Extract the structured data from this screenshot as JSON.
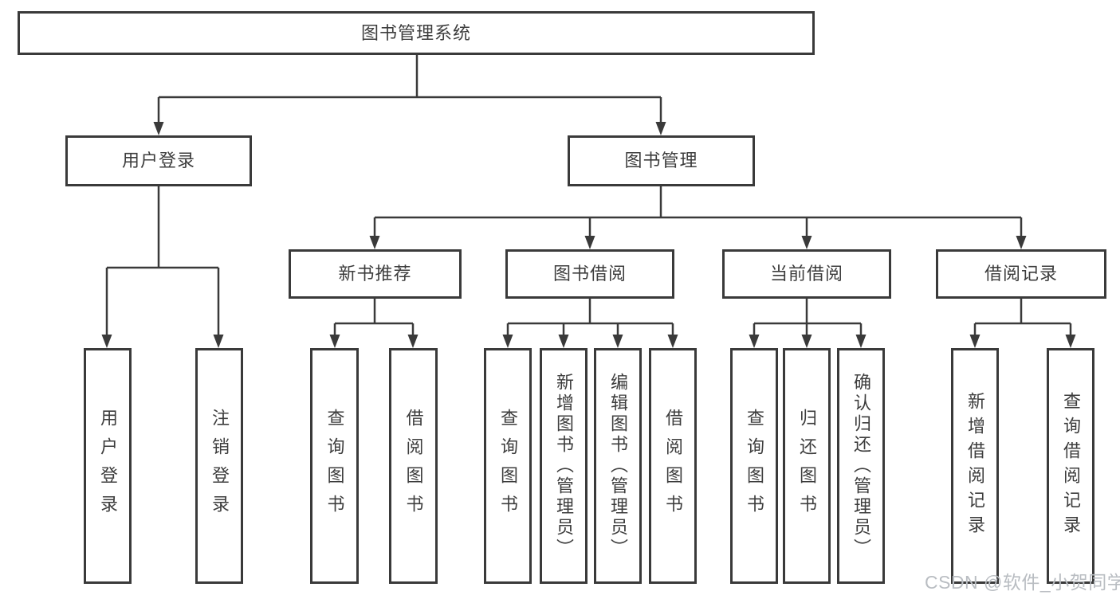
{
  "diagram": {
    "type": "hierarchy-tree",
    "levels": 4,
    "nodes": {
      "root": "图书管理系统",
      "user_login": "用户登录",
      "book_mgmt": "图书管理",
      "new_book_rec": "新书推荐",
      "book_borrow": "图书借阅",
      "current_borrow": "当前借阅",
      "borrow_record": "借阅记录",
      "leaf_user_login": "用户登录",
      "leaf_logout": "注销登录",
      "leaf_query_book_rec": "查询图书",
      "leaf_borrow_book_rec": "借阅图书",
      "leaf_query_book_borrow": "查询图书",
      "leaf_add_book_admin": "新增图书（管理员）",
      "leaf_edit_book_admin": "编辑图书（管理员）",
      "leaf_borrow_book_borrow": "借阅图书",
      "leaf_query_book_current": "查询图书",
      "leaf_return_book": "归还图书",
      "leaf_confirm_return_admin": "确认归还（管理员）",
      "leaf_add_borrow_record": "新增借阅记录",
      "leaf_query_borrow_record": "查询借阅记录"
    },
    "edges": [
      [
        "root",
        "user_login"
      ],
      [
        "root",
        "book_mgmt"
      ],
      [
        "user_login",
        "leaf_user_login"
      ],
      [
        "user_login",
        "leaf_logout"
      ],
      [
        "book_mgmt",
        "new_book_rec"
      ],
      [
        "book_mgmt",
        "book_borrow"
      ],
      [
        "book_mgmt",
        "current_borrow"
      ],
      [
        "book_mgmt",
        "borrow_record"
      ],
      [
        "new_book_rec",
        "leaf_query_book_rec"
      ],
      [
        "new_book_rec",
        "leaf_borrow_book_rec"
      ],
      [
        "book_borrow",
        "leaf_query_book_borrow"
      ],
      [
        "book_borrow",
        "leaf_add_book_admin"
      ],
      [
        "book_borrow",
        "leaf_edit_book_admin"
      ],
      [
        "book_borrow",
        "leaf_borrow_book_borrow"
      ],
      [
        "current_borrow",
        "leaf_query_book_current"
      ],
      [
        "current_borrow",
        "leaf_return_book"
      ],
      [
        "current_borrow",
        "leaf_confirm_return_admin"
      ],
      [
        "borrow_record",
        "leaf_add_borrow_record"
      ],
      [
        "borrow_record",
        "leaf_query_borrow_record"
      ]
    ],
    "colors": {
      "line": "#3a3a3a",
      "box_border": "#3a3a3a",
      "box_fill": "#ffffff",
      "text": "#3d3d3d",
      "background": "#ffffff",
      "watermark": "#b9bdc2"
    }
  },
  "watermark": "CSDN @软件_小贺同学"
}
